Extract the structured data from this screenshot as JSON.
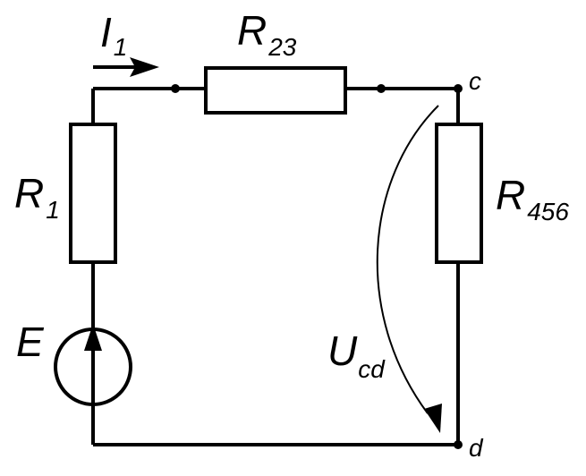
{
  "labels": {
    "current": {
      "main": "I",
      "sub": "1"
    },
    "r23": {
      "main": "R",
      "sub": "23"
    },
    "r1": {
      "main": "R",
      "sub": "1"
    },
    "r456": {
      "main": "R",
      "sub": "456"
    },
    "source": "E",
    "voltage": {
      "main": "U",
      "sub": "cd"
    },
    "node_c": "c",
    "node_d": "d"
  }
}
